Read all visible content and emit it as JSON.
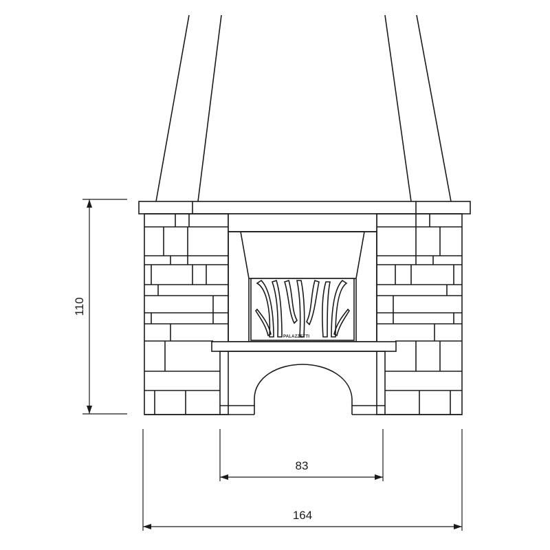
{
  "drawing": {
    "dimensions": {
      "height": "110",
      "inner_width": "83",
      "overall_width": "164"
    },
    "logo_text": "PALAZZETTI"
  }
}
